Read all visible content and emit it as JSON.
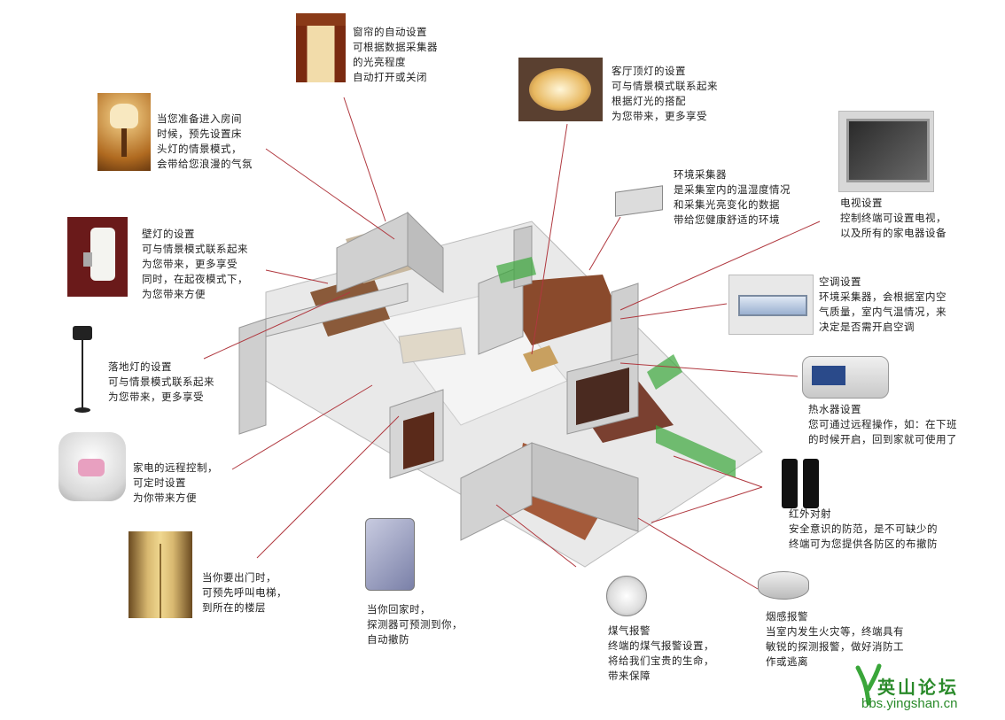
{
  "captions": {
    "curtain": {
      "title": "窗帘的自动设置",
      "body": "可根据数据采集器\n的光亮程度\n自动打开或关闭"
    },
    "ceiling_light": {
      "title": "客厅顶灯的设置",
      "body": "可与情景模式联系起来\n根据灯光的搭配\n为您带来，更多享受"
    },
    "bedside_lamp": {
      "title": "当您准备进入房间",
      "body": "时候，预先设置床\n头灯的情景模式，\n会带给您浪漫的气氛"
    },
    "env_collector": {
      "title": "环境采集器",
      "body": "是采集室内的温湿度情况\n和采集光亮变化的数据\n带给您健康舒适的环境"
    },
    "tv": {
      "title": "电视设置",
      "body": "控制终端可设置电视，\n以及所有的家电器设备"
    },
    "wall_lamp": {
      "title": "壁灯的设置",
      "body": "可与情景模式联系起来\n为您带来，更多享受\n同时，在起夜模式下，\n为您带来方便"
    },
    "ac": {
      "title": "空调设置",
      "body": "环境采集器，会根据室内空\n气质量，室内气温情况，来\n决定是否需开启空调"
    },
    "floor_lamp": {
      "title": "落地灯的设置",
      "body": "可与情景模式联系起来\n为您带来，更多享受"
    },
    "water_heater": {
      "title": "热水器设置",
      "body": "您可通过远程操作，如：在下班\n的时候开启，回到家就可使用了"
    },
    "appliance": {
      "title": "家电的远程控制，",
      "body": "可定时设置\n为你带来方便"
    },
    "infrared": {
      "title": "红外对射",
      "body": "安全意识的防范，是不可缺少的\n终端可为您提供各防区的布撤防"
    },
    "elevator": {
      "title": "当你要出门时，",
      "body": "可预先呼叫电梯，\n到所在的楼层"
    },
    "detector": {
      "title": "当你回家时，",
      "body": "探测器可预测到你，\n自动撤防"
    },
    "gas_alarm": {
      "title": "煤气报警",
      "body": "终端的煤气报警设置，\n将给我们宝贵的生命，\n带来保障"
    },
    "smoke_alarm": {
      "title": "烟感报警",
      "body": "当室内发生火灾等，终端具有\n敏锐的探测报警，做好消防工\n作或逃离"
    }
  },
  "watermark": {
    "title": "英山论坛",
    "url": "bbs.yingshan.cn"
  },
  "colors": {
    "line": "#b0383f",
    "wall": "#d8d8d8",
    "floor": "#eeeeee",
    "wood": "#9a5a3a",
    "green": "#3aa63a"
  }
}
